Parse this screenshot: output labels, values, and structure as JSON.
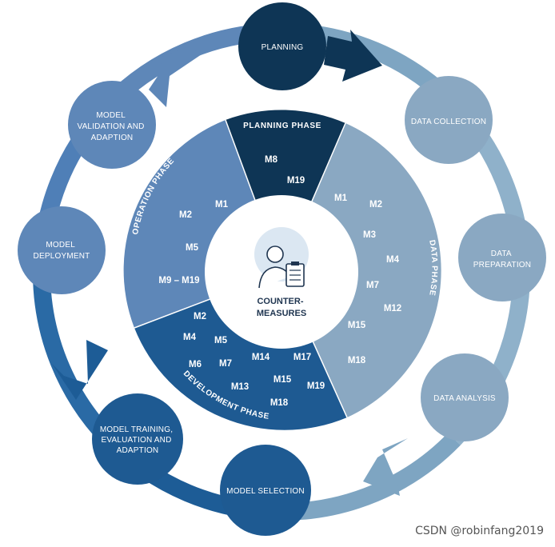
{
  "colors": {
    "darkest": "#0e3555",
    "dark": "#1e5a92",
    "mid": "#5e87b8",
    "light": "#8aa8c2",
    "ring_dark": "#1d5c96",
    "ring_light": "#7ea5c2",
    "center_text": "#1f3550"
  },
  "stages": [
    {
      "id": "planning",
      "lines": [
        "PLANNING"
      ]
    },
    {
      "id": "data-collection",
      "lines": [
        "DATA COLLECTION"
      ]
    },
    {
      "id": "data-preparation",
      "lines": [
        "DATA",
        "PREPARATION"
      ]
    },
    {
      "id": "data-analysis",
      "lines": [
        "DATA ANALYSIS"
      ]
    },
    {
      "id": "model-selection",
      "lines": [
        "MODEL SELECTION"
      ]
    },
    {
      "id": "model-training",
      "lines": [
        "MODEL TRAINING,",
        "EVALUATION AND",
        "ADAPTION"
      ]
    },
    {
      "id": "model-deployment",
      "lines": [
        "MODEL",
        "DEPLOYMENT"
      ]
    },
    {
      "id": "model-validation",
      "lines": [
        "MODEL",
        "VALIDATION AND",
        "ADAPTION"
      ]
    }
  ],
  "phases": {
    "planning": {
      "title": "PLANNING PHASE",
      "items": [
        "M8",
        "M19"
      ]
    },
    "data": {
      "title": "DATA PHASE",
      "items": [
        "M1",
        "M2",
        "M3",
        "M4",
        "M7",
        "M12",
        "M15",
        "M18"
      ]
    },
    "development": {
      "title": "DEVELOPMENT PHASE",
      "items": [
        "M2",
        "M4",
        "M5",
        "M6",
        "M7",
        "M14",
        "M17",
        "M13",
        "M15",
        "M19",
        "M18"
      ]
    },
    "operation": {
      "title": "OPERATION PHASE",
      "items": [
        "M1",
        "M2",
        "M5",
        "M9 – M19"
      ]
    }
  },
  "center": {
    "icon": "person-clipboard-icon",
    "lines": [
      "COUNTER-",
      "MEASURES"
    ]
  },
  "watermark": "CSDN @robinfang2019"
}
